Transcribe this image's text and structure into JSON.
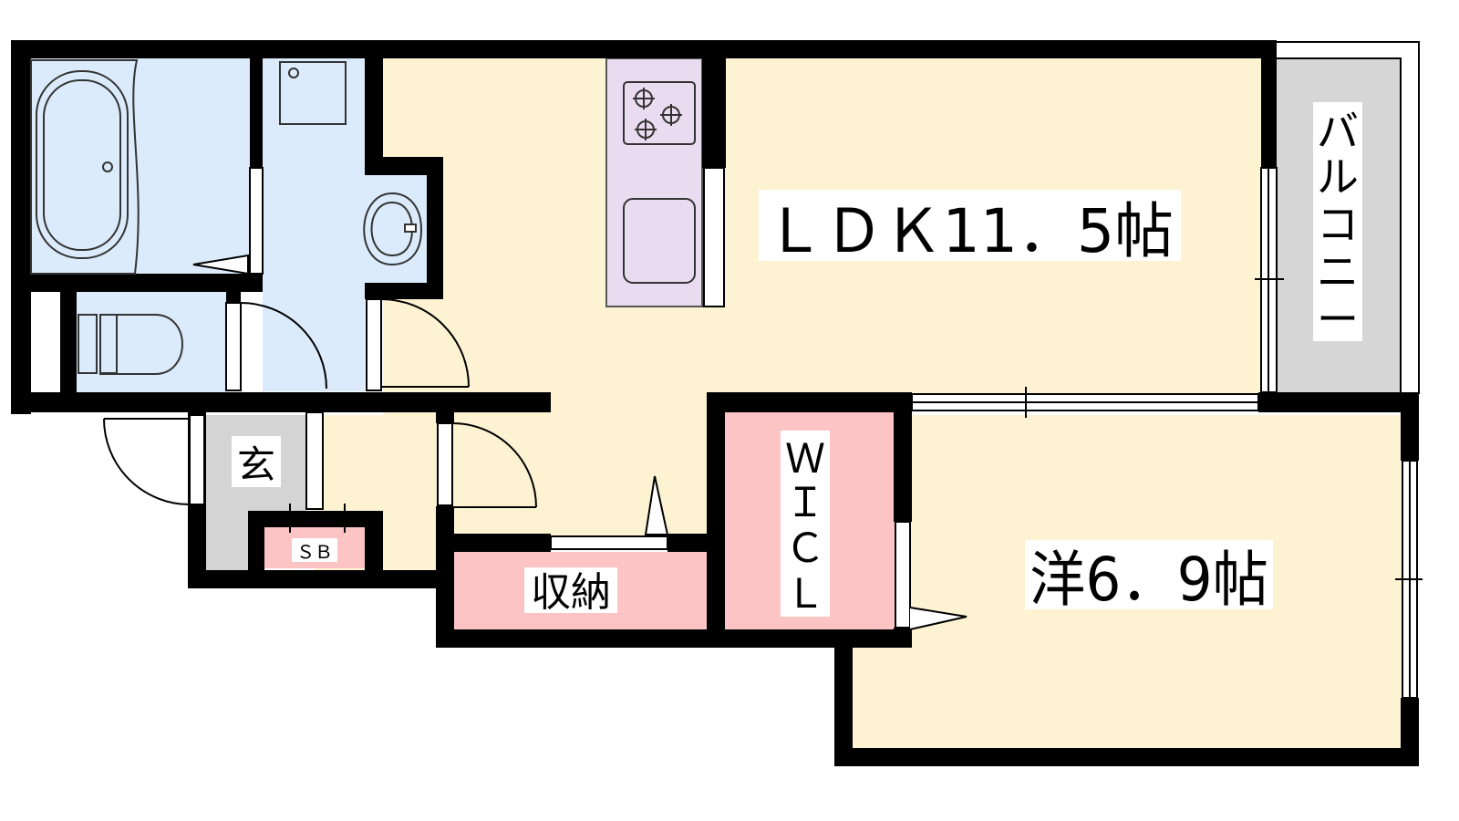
{
  "rooms": {
    "ldk": {
      "label": "ＬＤＫ11．5帖"
    },
    "western": {
      "label": "洋6．9帖"
    },
    "wic": {
      "label_lines": [
        "Ｗ",
        "Ｉ",
        "Ｃ",
        "Ｌ"
      ]
    },
    "storage": {
      "label": "収納"
    },
    "entrance": {
      "label": "玄"
    },
    "shoebox": {
      "label": "ＳＢ"
    },
    "balcony": {
      "label_lines": [
        "バ",
        "ル",
        "コ",
        "ニ",
        "ー"
      ]
    }
  },
  "colors": {
    "living_floor": "#fdf2d2",
    "wet_area": "#dbebfb",
    "kitchen": "#eadcf0",
    "closet": "#fcc4c4",
    "entrance_floor": "#d4d4d4",
    "balcony": "#d6d6d6",
    "wall": "#000000"
  }
}
